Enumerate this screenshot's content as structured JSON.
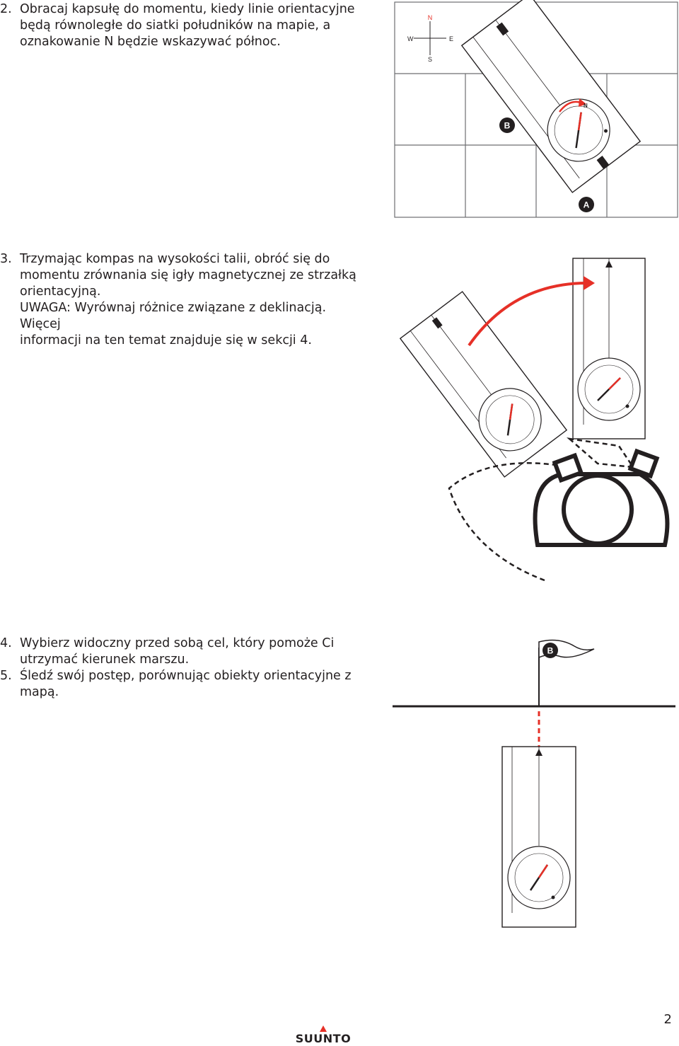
{
  "steps": {
    "step2": {
      "number": "2.",
      "lines": [
        "Obracaj kapsułę do momentu, kiedy linie orientacyjne",
        "będą równoległe do siatki południków na mapie, a",
        "oznakowanie N będzie wskazywać północ."
      ]
    },
    "step3": {
      "number": "3.",
      "lines": [
        "Trzymając kompas na wysokości talii, obróć się do",
        "momentu zrównania się igły magnetycznej ze strzałką",
        "orientacyjną.",
        "UWAGA: Wyrównaj różnice związane z deklinacją. Więcej",
        "informacji na ten temat znajduje się w sekcji 4."
      ]
    },
    "step4": {
      "number": "4.",
      "lines": [
        "Wybierz widoczny przed sobą cel, który pomoże Ci",
        "utrzymać kierunek marszu."
      ]
    },
    "step5": {
      "number": "5.",
      "lines": [
        "Śledź swój postęp, porównując obiekty orientacyjne z",
        "mapą."
      ]
    }
  },
  "figure_map": {
    "compass_rose": {
      "n": "N",
      "s": "S",
      "e": "E",
      "w": "W"
    },
    "marker_b": "B",
    "marker_a": "A",
    "bezel_n": "N"
  },
  "figure_target": {
    "flag_label": "B"
  },
  "colors": {
    "accent_red": "#e63027",
    "ink": "#231f20",
    "grid": "#6d6e71"
  },
  "footer": {
    "page_number": "2",
    "brand": "SUUNTO"
  }
}
